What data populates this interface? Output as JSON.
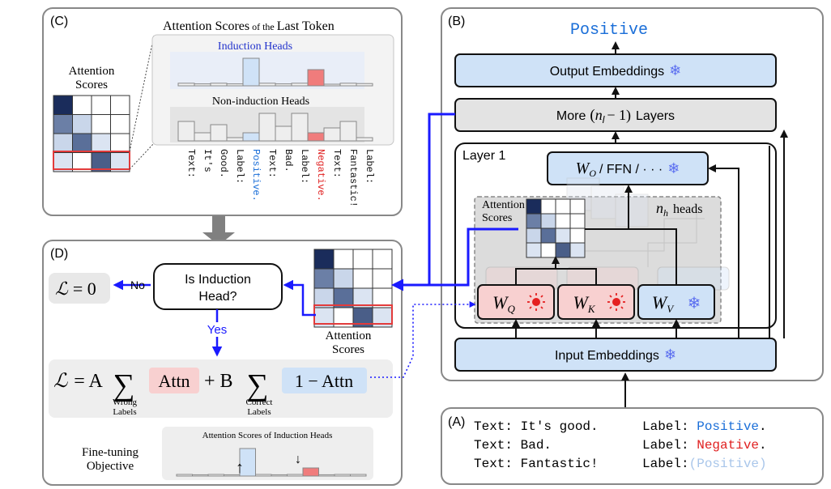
{
  "panels": {
    "a": "(A)",
    "b": "(B)",
    "c": "(C)",
    "d": "(D)"
  },
  "panel_c": {
    "title_a": "Attention Scores",
    "title_b": "of the",
    "title_c": "Last Token",
    "left_label_1": "Attention",
    "left_label_2": "Scores",
    "induction_title": "Induction Heads",
    "noninduction_title": "Non-induction Heads",
    "tokens": [
      "Text:",
      "It's",
      "Good.",
      "Label:",
      "Positive.",
      "Text:",
      "Bad.",
      "Label:",
      "Negative.",
      "Text:",
      "Fantastic!",
      "Label:"
    ],
    "induction_values": [
      0.08,
      0.06,
      0.08,
      0.06,
      0.85,
      0.08,
      0.06,
      0.08,
      0.5,
      0.05,
      0.08,
      0.07
    ],
    "noninduction_values": [
      0.6,
      0.25,
      0.5,
      0.1,
      0.25,
      0.85,
      0.45,
      0.85,
      0.25,
      0.4,
      0.6,
      0.1
    ]
  },
  "panel_b": {
    "output_word": "Positive",
    "output_embeddings": "Output Embeddings",
    "more_layers_prefix": "More",
    "more_layers_suffix": "Layers",
    "layer_title": "Layer 1",
    "wo_label": "/ FFN / · · ·",
    "attn_scores_1": "Attention",
    "attn_scores_2": "Scores",
    "nh_heads": "heads",
    "input_embeddings": "Input Embeddings"
  },
  "panel_a": {
    "rows": [
      {
        "text": "Text: It's good.",
        "label": "Label: ",
        "value": "Positive",
        "suffix": "."
      },
      {
        "text": "Text: Bad.",
        "label": "Label: ",
        "value": "Negative",
        "suffix": "."
      },
      {
        "text": "Text: Fantastic!",
        "label": "Label:",
        "value": "(Positive)",
        "suffix": ""
      }
    ]
  },
  "panel_d": {
    "loss_zero": "= 0",
    "no_label": "No",
    "decision_1": "Is Induction",
    "decision_2": "Head?",
    "yes_label": "Yes",
    "attn_scores_1": "Attention",
    "attn_scores_2": "Scores",
    "formula_eq": "= A",
    "formula_attn": "Attn",
    "formula_plus": "+ B",
    "formula_one_minus": "1 − Attn",
    "wrong_1": "Wrong",
    "wrong_2": "Labels",
    "correct_1": "Correct",
    "correct_2": "Labels",
    "objective_1": "Fine-tuning",
    "objective_2": "Objective",
    "objective_chart_title": "Attention Scores of Induction Heads",
    "arrow_up": "↑",
    "arrow_down": "↓"
  },
  "colors": {
    "blue_box": "#cfe2f7",
    "red_box": "#f8d0d0",
    "gray_box": "#e3e3e3",
    "arrow_blue": "#1a1aff",
    "positive_blue": "#1a6ed8",
    "negative_red": "#e02020",
    "faded_blue": "#a9c6ea"
  },
  "matrix_rows": [
    [
      "#1a2c5b",
      "#ffffff",
      "#ffffff",
      "#ffffff"
    ],
    [
      "#6b7fa6",
      "#c9d6ea",
      "#ffffff",
      "#ffffff"
    ],
    [
      "#c9d6ea",
      "#5a6f99",
      "#dbe4f2",
      "#ffffff"
    ],
    [
      "#dbe4f2",
      "#ffffff",
      "#4a5e88",
      "#dbe4f2"
    ]
  ]
}
